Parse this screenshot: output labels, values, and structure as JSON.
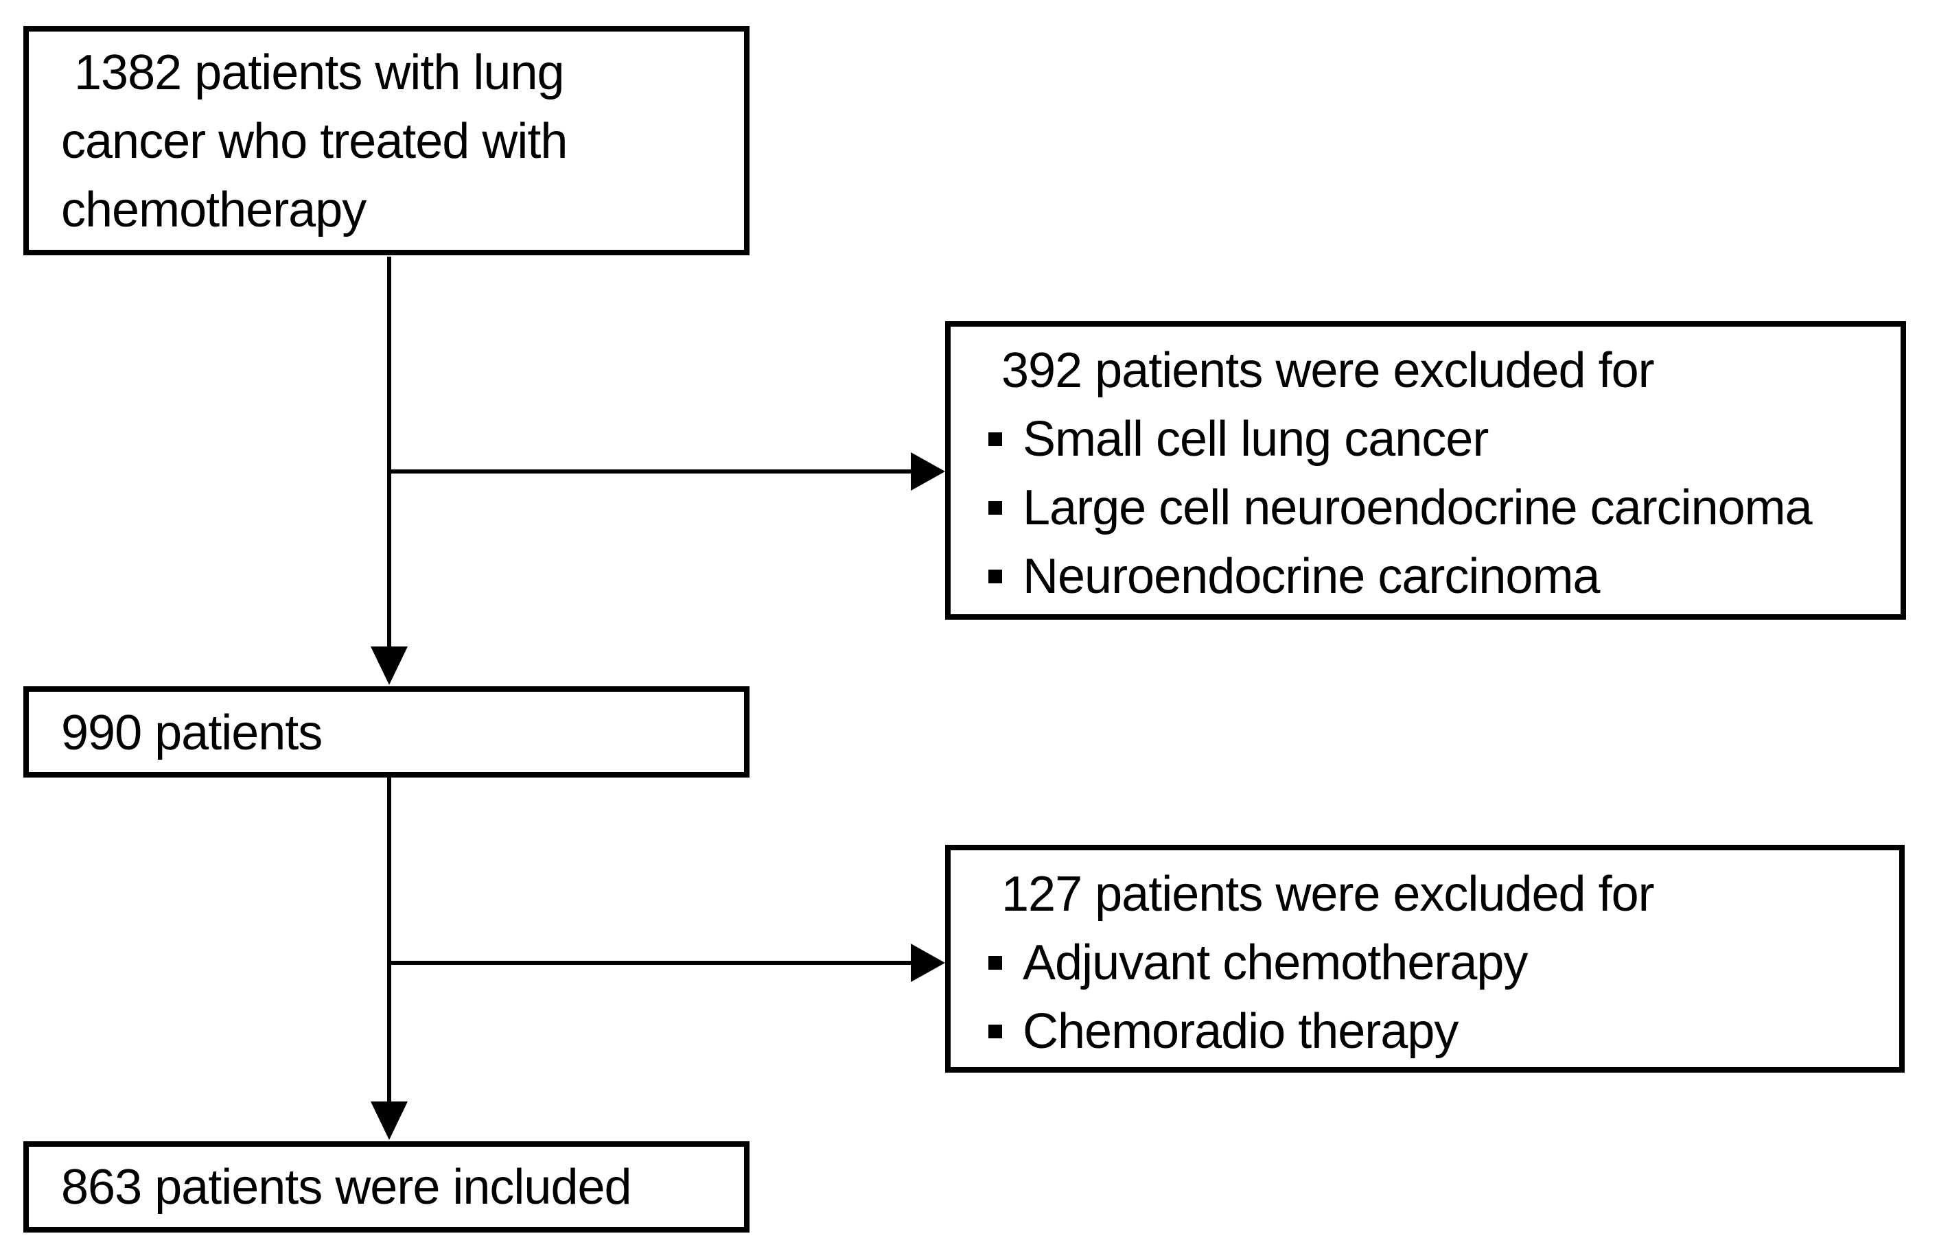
{
  "flowchart": {
    "title_semantics": "patient selection flow diagram",
    "colors": {
      "background": "#ffffff",
      "stroke": "#000000",
      "text": "#000000"
    },
    "icons": {
      "bullet": "square-bullet"
    },
    "nodes": {
      "initial": {
        "lines": [
          " 1382 patients with lung",
          "cancer who treated with",
          "chemotherapy"
        ]
      },
      "interim": {
        "label": "990 patients"
      },
      "final": {
        "label": "863 patients were included"
      },
      "exclusion_first": {
        "header": " 392 patients were excluded for",
        "items": [
          "Small cell lung cancer",
          "Large cell neuroendocrine carcinoma",
          "Neuroendocrine carcinoma"
        ]
      },
      "exclusion_second": {
        "header": " 127 patients were excluded for",
        "items": [
          "Adjuvant chemotherapy",
          "Chemoradio therapy"
        ]
      }
    }
  }
}
